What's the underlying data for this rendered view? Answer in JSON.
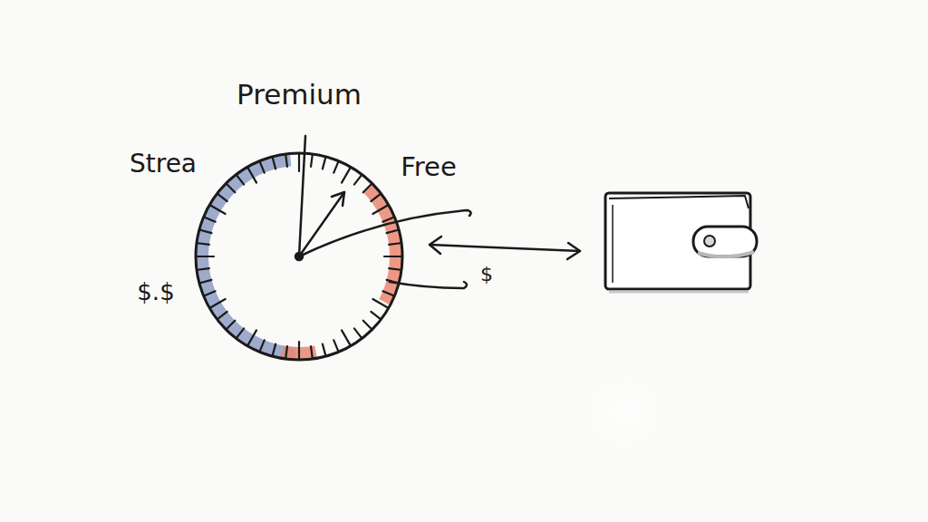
{
  "diagram": {
    "labels": [
      "Premium",
      "Strea",
      "Free",
      "$.$",
      "$"
    ]
  }
}
